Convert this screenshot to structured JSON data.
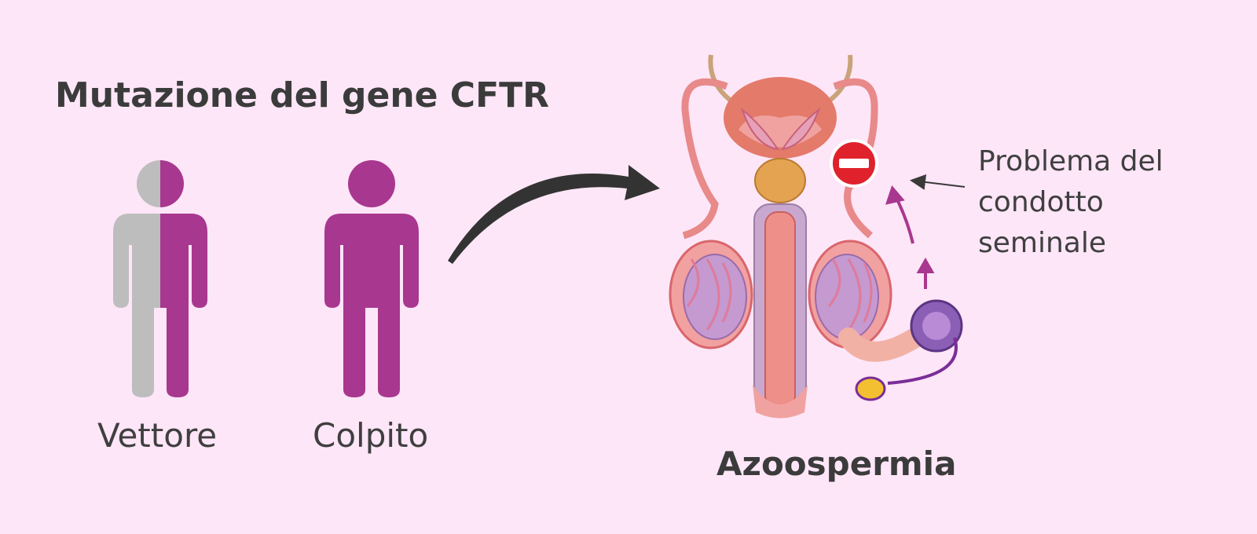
{
  "title": "Mutazione del gene CFTR",
  "figures": [
    {
      "label": "Vettore"
    },
    {
      "label": "Colpito"
    }
  ],
  "result_label": "Azoospermia",
  "annotation": {
    "lines": [
      "Problema del",
      "condotto",
      "seminale"
    ]
  },
  "icons": {
    "carrier": "half-filled-person-icon",
    "affected": "filled-person-icon",
    "arrow": "curved-arrow-icon",
    "block": "no-entry-icon",
    "anatomy": "male-reproductive-system-illustration"
  },
  "colors": {
    "background": "#fde6f7",
    "magenta": "#a8378f",
    "grey": "#bdbdbd",
    "dark": "#3a3a3a",
    "stop_red": "#e0222c"
  }
}
